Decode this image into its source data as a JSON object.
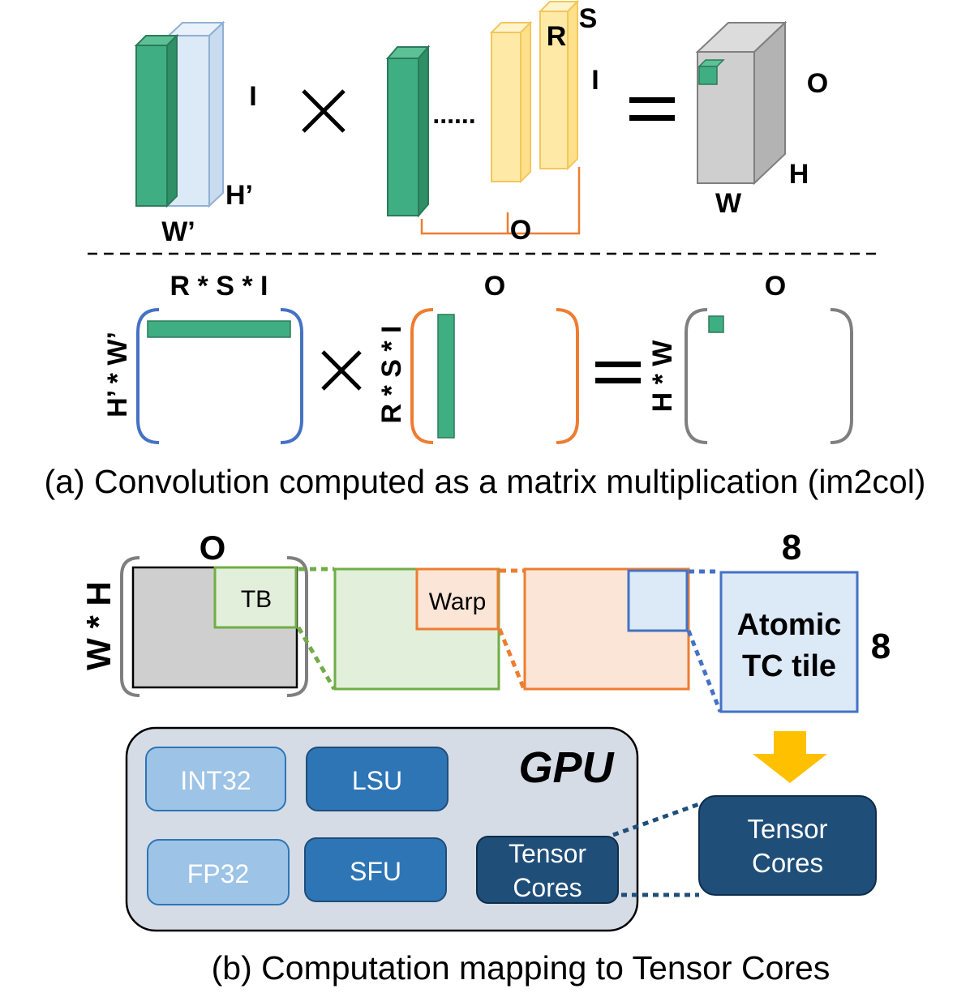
{
  "part_a": {
    "input": {
      "dim_i": "I",
      "dim_h": "H’",
      "dim_w": "W’"
    },
    "times_symbol": "×",
    "dots": "......",
    "filters": {
      "dim_r": "R",
      "dim_s": "S",
      "dim_i": "I",
      "dim_o": "O"
    },
    "equals_symbol": "=",
    "output": {
      "dim_o": "O",
      "dim_h": "H",
      "dim_w": "W"
    },
    "matrix": {
      "a_cols": "R * S * I",
      "a_rows": "H’ * W’",
      "b_cols": "O",
      "b_rows": "R * S * I",
      "c_cols": "O",
      "c_rows": "H * W"
    },
    "caption": "(a) Convolution computed as a matrix multiplication (im2col)"
  },
  "part_b": {
    "matrix_cols": "O",
    "matrix_rows": "W * H",
    "tb_label": "TB",
    "warp_label": "Warp",
    "tile_width": "8",
    "tile_height": "8",
    "tile_line1": "Atomic",
    "tile_line2": "TC tile",
    "gpu_title": "GPU",
    "units": {
      "int32": "INT32",
      "lsu": "LSU",
      "fp32": "FP32",
      "sfu": "SFU",
      "tensor_line1": "Tensor",
      "tensor_line2": "Cores"
    },
    "tensor_big_line1": "Tensor",
    "tensor_big_line2": "Cores",
    "caption": "(b) Computation mapping to Tensor Cores"
  },
  "colors": {
    "green": "#3fae83",
    "light_blue": "#dce9f6",
    "yellow": "#ffe9a6",
    "gray": "#cfcfcf",
    "orange": "#ed7d31",
    "blue_bracket": "#4472c4",
    "gpu_panel": "#d6dce5",
    "dark_navy": "#1f4e79",
    "mid_blue": "#2e75b6",
    "light_unit": "#9dc3e6",
    "arrow_yellow": "#ffc000"
  }
}
